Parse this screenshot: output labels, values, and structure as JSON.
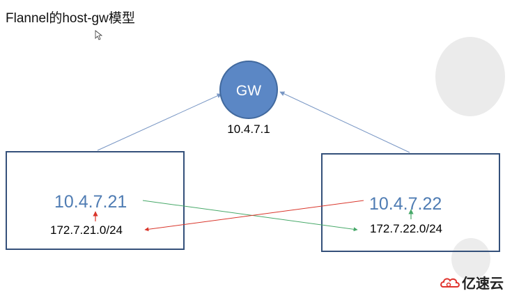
{
  "title": "Flannel的host-gw模型",
  "gateway": {
    "label": "GW",
    "ip": "10.4.7.1"
  },
  "hosts": [
    {
      "ip": "10.4.7.21",
      "subnet": "172.7.21.0/24"
    },
    {
      "ip": "10.4.7.22",
      "subnet": "172.7.22.0/24"
    }
  ],
  "watermark": "亿速云",
  "colors": {
    "gw_fill": "#5b87c5",
    "gw_stroke": "#41699e",
    "box_stroke": "#34507a",
    "uplink": "#7896c4",
    "route_green": "#46a868",
    "route_red": "#d9352a",
    "host_ip_text": "#4f7cb3",
    "decor_circle": "#ebebeb",
    "watermark_red": "#e0322c"
  },
  "icons": [
    "mouse-cursor-icon",
    "watermark-logo-icon"
  ]
}
